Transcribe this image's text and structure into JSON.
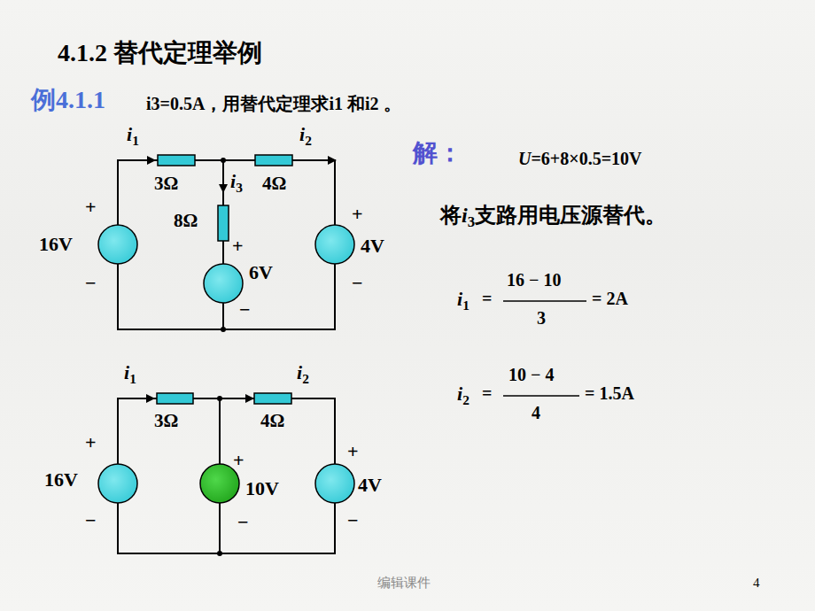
{
  "diagram": {
    "title": "4.1.2 替代定理举例",
    "labels": [
      "例4.1.1",
      "i3=0.5A，用替代定理求i1 和i2 。",
      "i1",
      "i2",
      "3Ω",
      "i3",
      "4Ω",
      "+",
      "16V",
      "−",
      "8Ω",
      "+",
      "6V",
      "−",
      "+",
      "4V",
      "−",
      "解：",
      "U=6+8×0.5=10V",
      "将i3支路用电压源替代。",
      "i1",
      "=",
      "16 − 10",
      "3",
      "= 2A",
      "i2",
      "=",
      "10 − 4",
      "4",
      "= 1.5A",
      "i1",
      "i2",
      "3Ω",
      "4Ω",
      "+",
      "16V",
      "−",
      "+",
      "10V",
      "−",
      "+",
      "4V",
      "−",
      "编辑课件",
      "4"
    ]
  }
}
